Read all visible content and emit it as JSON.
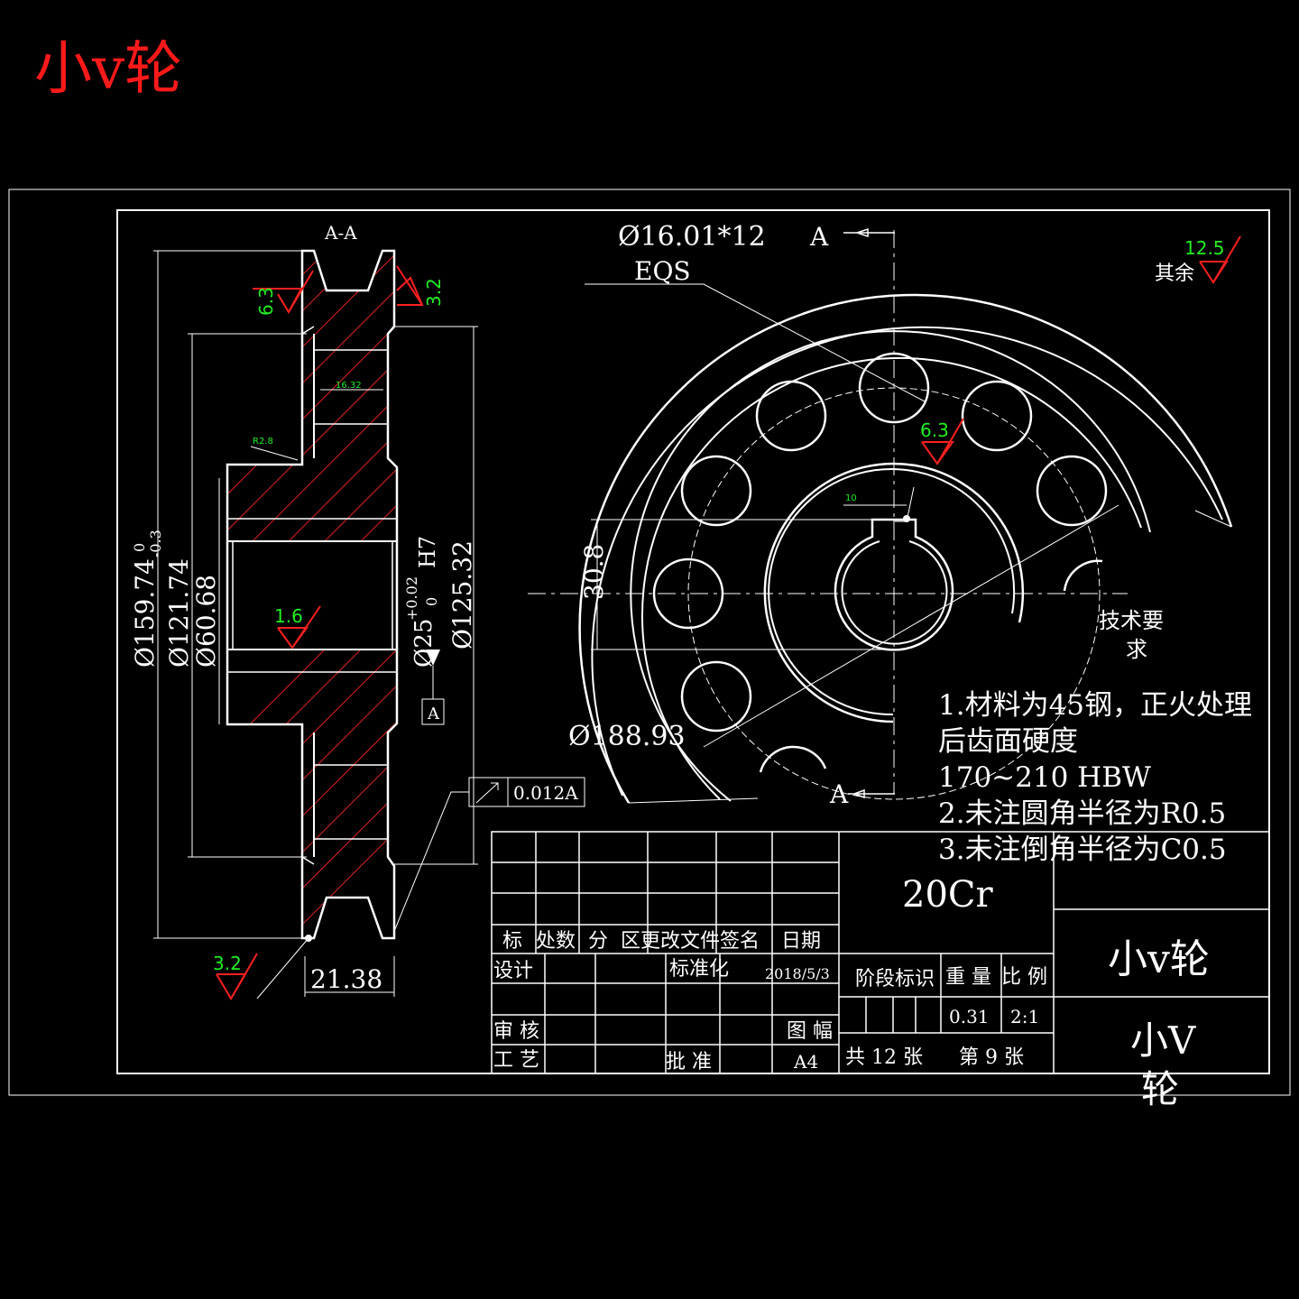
{
  "title": "小v轮",
  "section_view": {
    "label": "A-A",
    "dims": {
      "outer_diameter": "Ø159.74",
      "outer_tol_upper": "0",
      "outer_tol_lower": "-0.3",
      "d2": "Ø121.74",
      "d3": "Ø60.68",
      "bore": "Ø25",
      "bore_tol_upper": "+0.02",
      "bore_tol_lower": "0",
      "bore_fit": "H7",
      "d_right": "Ø125.32",
      "width": "21.38",
      "groove_w": "16.32",
      "fillet": "R2.8"
    },
    "roughness": [
      "6.3",
      "3.2",
      "1.6",
      "3.2"
    ],
    "datum": "A",
    "tolerance_frame": "0.012A"
  },
  "front_view": {
    "holes": "Ø16.01*12",
    "eqs": "EQS",
    "section_mark": "A",
    "key_height": "30.8",
    "key_width": "10",
    "hole_circle": "Ø188.93",
    "roughness": "6.3",
    "req_title_1": "技术要",
    "req_title_2": "求"
  },
  "other_roughness": {
    "value": "12.5",
    "label": "其余"
  },
  "notes": [
    "1.材料为45钢，正火处理",
    "后齿面硬度",
    "170~210 HBW",
    "2.未注圆角半径为R0.5",
    "3.未注倒角半径为C0.5"
  ],
  "title_block": {
    "material": "20Cr",
    "name": "小v轮",
    "name_big_1": "小V",
    "name_big_2": "轮",
    "header": [
      "标",
      "处数",
      "分",
      "区更改文件签名",
      "日期"
    ],
    "design": "设计",
    "standard": "标准化",
    "date": "2018/5/3",
    "stage": "阶段标识",
    "weight": "重 量",
    "scale_label": "比 例",
    "weight_val": "0.31",
    "scale_val": "2:1",
    "review": "审 核",
    "sheet_size_label": "图 幅",
    "process": "工 艺",
    "approve": "批 准",
    "sheet_size": "A4",
    "total_sheets": "共 12 张",
    "sheet_no": "第 9 张"
  }
}
